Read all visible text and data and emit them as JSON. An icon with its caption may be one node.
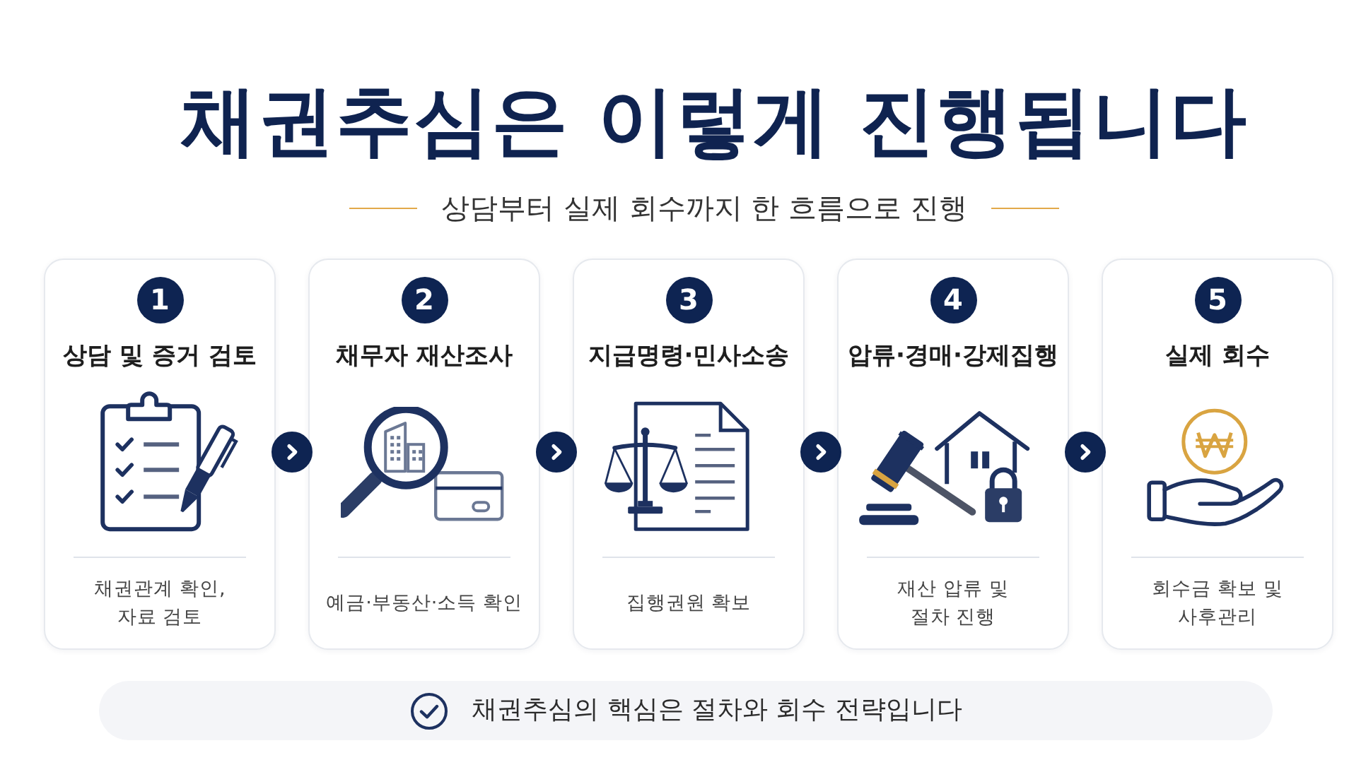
{
  "diagram": {
    "title": "채권추심은 이렇게 진행됩니다",
    "nodes": [
      {
        "text": [
          "1",
          "상담 및 증거 검토",
          "채권관계 확인, 자료 검토"
        ]
      },
      {
        "text": [
          "2",
          "채무자 재산조사",
          "예금·부동산·소득 확인"
        ]
      },
      {
        "text": [
          "3",
          "지급명령·민사소송",
          "집행권원 확보"
        ]
      },
      {
        "text": [
          "4",
          "압류·경매·강제집행",
          "재산 압류 및 절차 진행"
        ]
      },
      {
        "text": [
          "5",
          "실제 회수",
          "회수금 확보 및 사후관리"
        ]
      },
      {
        "text": [
          "채권추심의 핵심은 절차와 회수 전략입니다"
        ]
      }
    ],
    "edges": [
      {
        "from": 0,
        "to": 1,
        "arrow": "to"
      },
      {
        "from": 1,
        "to": 2,
        "arrow": "to"
      },
      {
        "from": 2,
        "to": 3,
        "arrow": "to"
      },
      {
        "from": 3,
        "to": 4,
        "arrow": "to"
      }
    ],
    "labels": [
      "상담부터 실제 회수까지 한 흐름으로 진행"
    ]
  }
}
